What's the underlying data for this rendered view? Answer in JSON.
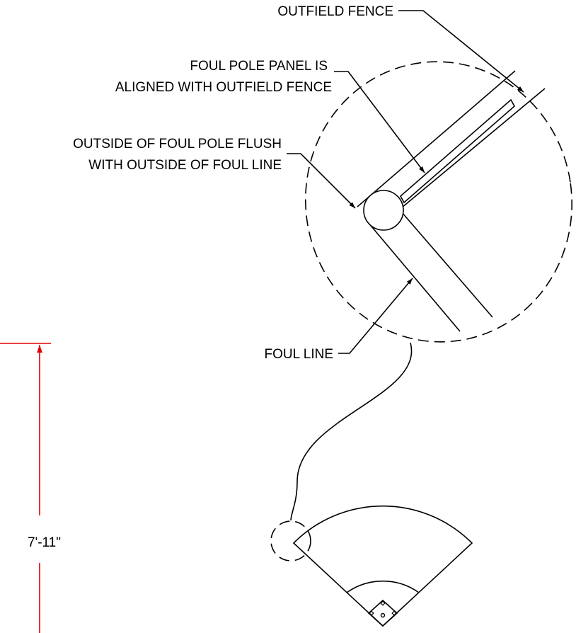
{
  "labels": {
    "outfield_fence": "OUTFIELD FENCE",
    "panel_line1": "FOUL POLE PANEL IS",
    "panel_line2": "ALIGNED WITH OUTFIELD FENCE",
    "pole_line1": "OUTSIDE OF FOUL POLE FLUSH",
    "pole_line2": "WITH OUTSIDE OF FOUL LINE",
    "foul_line": "FOUL LINE"
  },
  "dimension": {
    "value": "7'-11\""
  },
  "colors": {
    "linework": "#000000",
    "dimension": "#e00000"
  }
}
